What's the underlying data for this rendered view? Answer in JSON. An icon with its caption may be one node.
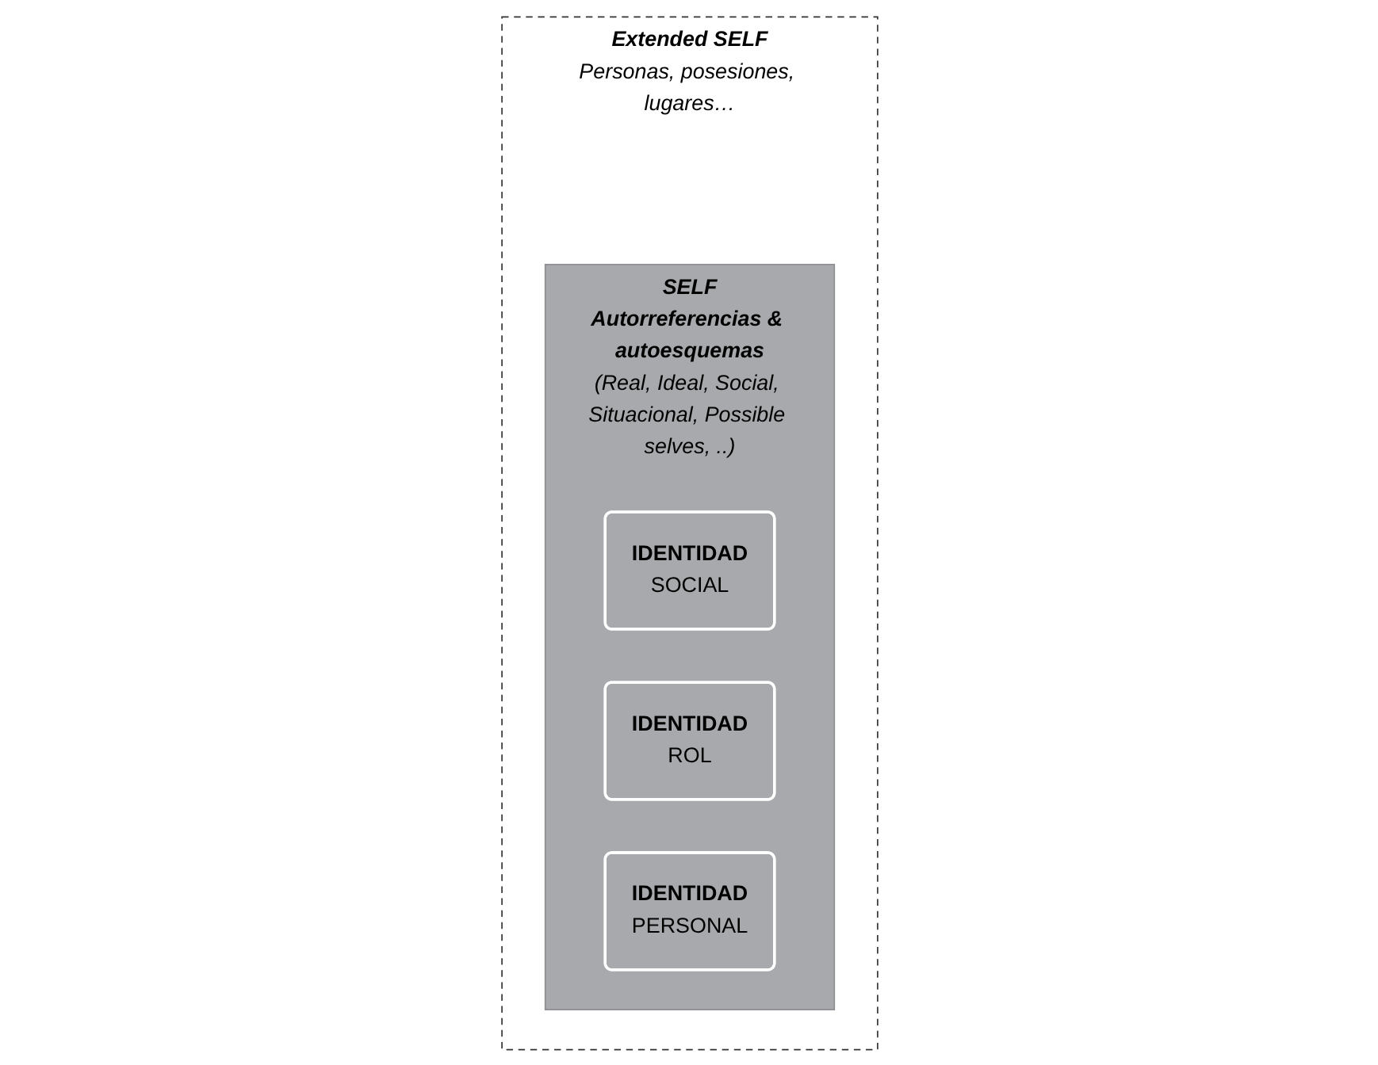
{
  "diagram": {
    "nodes": [
      {
        "text": [
          "Extended SELF",
          "Personas, posesiones, lugares…"
        ]
      },
      {
        "text": [
          "SELF",
          "Autorreferencias & autoesquemas",
          "(Real, Ideal, Social, Situacional, Possible selves, ..)"
        ],
        "in": 0
      },
      {
        "text": [
          "IDENTIDAD",
          "SOCIAL"
        ],
        "in": 1
      },
      {
        "text": [
          "IDENTIDAD",
          "ROL"
        ],
        "in": 1
      },
      {
        "text": [
          "IDENTIDAD",
          "PERSONAL"
        ],
        "in": 1
      }
    ],
    "edges": []
  }
}
